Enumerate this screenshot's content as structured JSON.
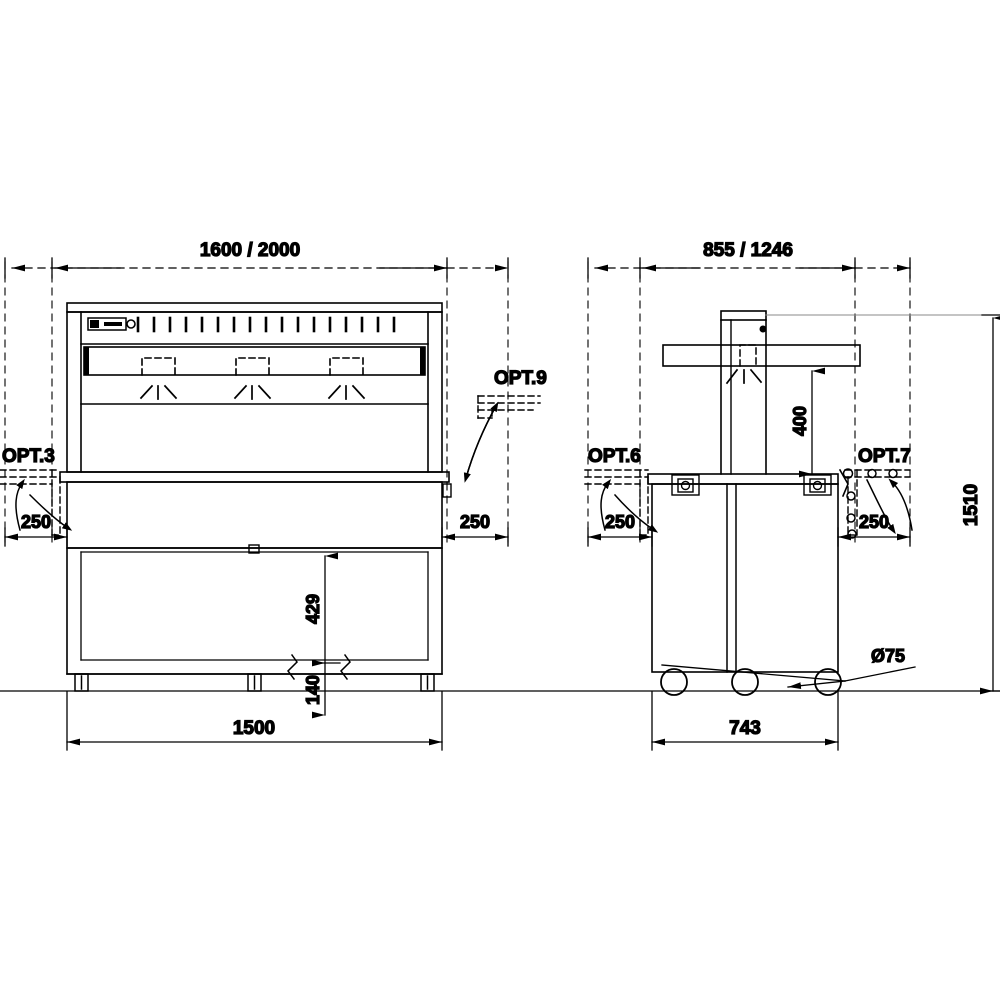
{
  "drawing": {
    "title": "Refrigerated display counter - front and side elevation technical drawing",
    "background_color": "#ffffff",
    "line_color": "#000000",
    "ground_line_color": "#000000"
  },
  "front_view": {
    "name": "front-elevation",
    "dimensions": {
      "overall_width": "1600 / 2000",
      "base_width": "1500",
      "left_option_offset": "250",
      "right_option_offset": "250",
      "shelf_height": "429",
      "plinth_height": "140"
    },
    "options": [
      {
        "label": "OPT.3",
        "position": "left"
      },
      {
        "label": "OPT.9",
        "position": "right"
      }
    ],
    "control_panel": {
      "display_label": "",
      "switch_label": "",
      "knob_label": ""
    },
    "vent_count": 19,
    "lamp_count": 3,
    "caster_count": 3
  },
  "side_view": {
    "name": "side-elevation",
    "dimensions": {
      "overall_depth": "855 / 1246",
      "base_depth": "743",
      "left_option_offset": "250",
      "right_option_offset": "250",
      "shelf_height": "400",
      "overall_height": "1510",
      "caster_diameter": "Ø75"
    },
    "options": [
      {
        "label": "OPT.6",
        "position": "left"
      },
      {
        "label": "OPT.7",
        "position": "right"
      }
    ],
    "caster_count": 3,
    "hinge_count": 2
  },
  "labels": {
    "width_front": "1600 / 2000",
    "width_base_front": "1500",
    "height_shelf_front": "429",
    "height_plinth_front": "140",
    "offset_left_front": "250",
    "offset_right_front": "250",
    "opt3": "OPT.3",
    "opt9": "OPT.9",
    "depth_side": "855 / 1246",
    "depth_base_side": "743",
    "height_shelf_side": "400",
    "height_overall_side": "1510",
    "offset_left_side": "250",
    "offset_right_side": "250",
    "opt6": "OPT.6",
    "opt7": "OPT.7",
    "caster_dia": "Ø75"
  }
}
